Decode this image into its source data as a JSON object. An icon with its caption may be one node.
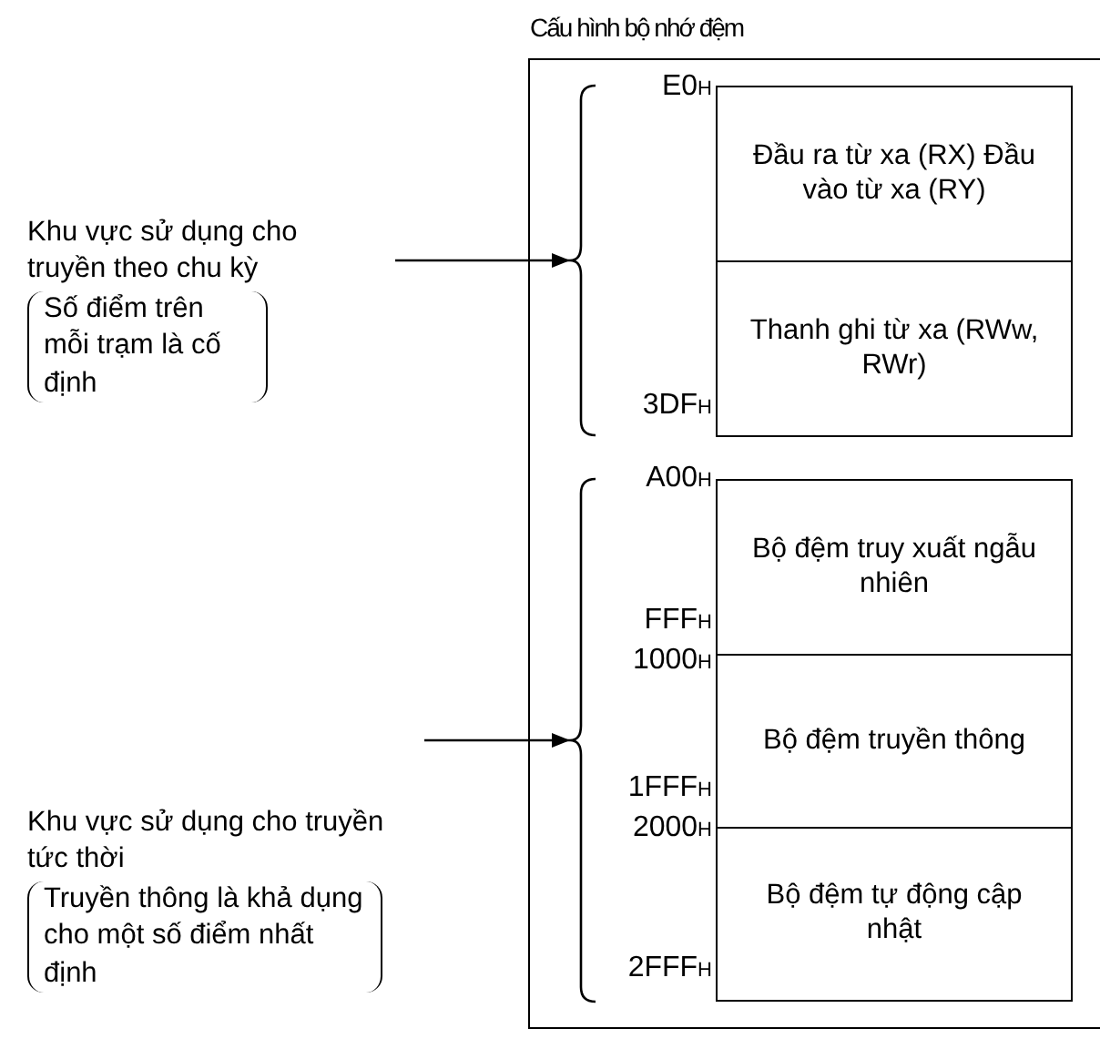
{
  "diagram": {
    "nodes": [
      {
        "text": [
          "Cấu hình bộ nhớ đệm"
        ]
      },
      {
        "text": [
          "Đầu ra từ xa (RX) Đầu vào từ xa (RY)"
        ],
        "in": 0
      },
      {
        "text": [
          "Thanh ghi từ xa (RWw, RWr)"
        ],
        "in": 0
      },
      {
        "text": [
          "Bộ đệm truy xuất ngẫu nhiên"
        ],
        "in": 0
      },
      {
        "text": [
          "Bộ đệm truyền thông"
        ],
        "in": 0
      },
      {
        "text": [
          "Bộ đệm tự động cập nhật"
        ],
        "in": 0
      },
      {
        "text": [],
        "shape": "brace",
        "in": 0
      },
      {
        "text": [],
        "shape": "brace",
        "in": 0
      },
      {
        "text": [
          "Khu vực sử dụng cho truyền theo chu kỳ",
          "Số điểm trên mỗi trạm là cố định"
        ]
      },
      {
        "text": [
          "Khu vực sử dụng cho truyền tức thời",
          "Truyền thông là khả dụng cho một số điểm nhất định"
        ]
      }
    ],
    "edges": [
      {
        "from": 8,
        "to": 6,
        "arrow": "to"
      },
      {
        "from": 9,
        "to": 7,
        "arrow": "to"
      }
    ],
    "labels": [
      "E0$_{H}$",
      "3DF$_{H}$",
      "A00$_{H}$",
      "FFF$_{H}$",
      "1000$_{H}$",
      "1FFF$_{H}$",
      "2000$_{H}$",
      "2FFF$_{H}$"
    ]
  }
}
